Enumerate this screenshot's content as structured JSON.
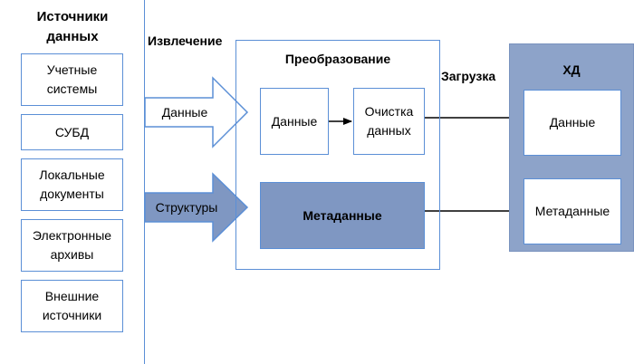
{
  "sources": {
    "title": "Источники\nданных",
    "items": [
      "Учетные\nсистемы",
      "СУБД",
      "Локальные\nдокументы",
      "Электронные\nархивы",
      "Внешние\nисточники"
    ]
  },
  "extraction": {
    "label": "Извлечение",
    "data_arrow_label": "Данные",
    "structures_arrow_label": "Структуры"
  },
  "transform": {
    "title": "Преобразование",
    "data_box": "Данные",
    "cleaning_box": "Очистка\nданных",
    "metadata_box": "Метаданные"
  },
  "load": {
    "label": "Загрузка"
  },
  "dw": {
    "title": "ХД",
    "data_box": "Данные",
    "metadata_box": "Метаданные"
  },
  "colors": {
    "box_border": "#5b8fd6",
    "fill_dark": "#7f97c2",
    "dw_fill": "#8da3c9",
    "structures_arrow_fill": "#7f97c2",
    "arrow_line": "#000000"
  }
}
